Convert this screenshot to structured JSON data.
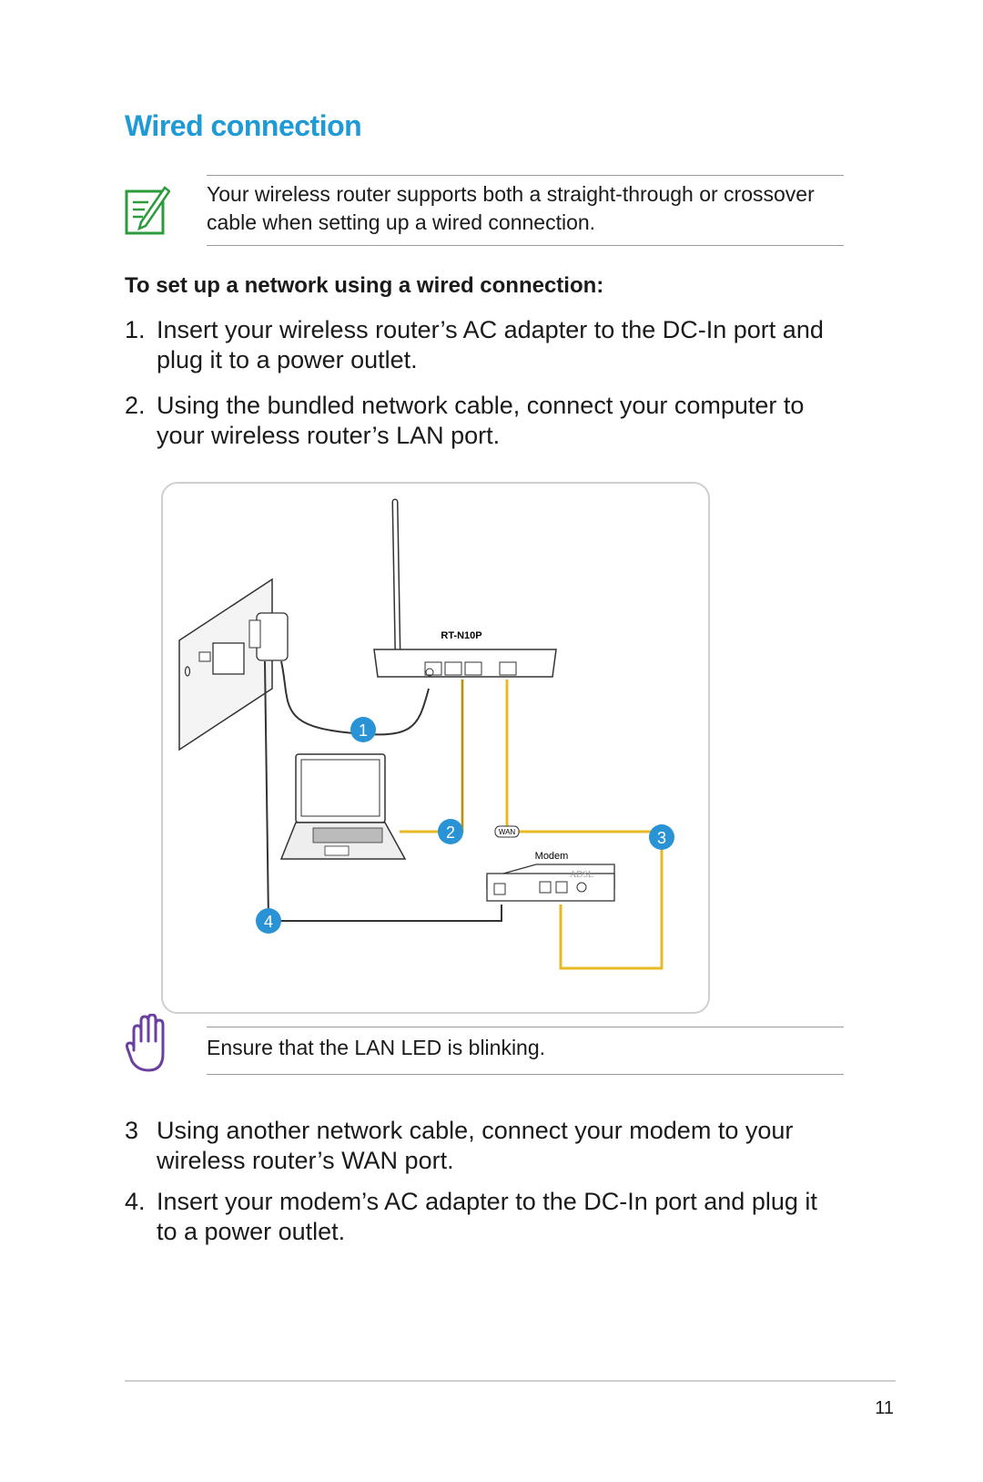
{
  "section_title": "Wired connection",
  "note": {
    "icon": "note-pencil-icon",
    "text": "Your wireless router supports both a straight-through or crossover cable when setting up a wired connection."
  },
  "subheading": "To set up a network using a wired connection:",
  "steps": [
    {
      "num": "1.",
      "text": "Insert your wireless router’s AC adapter to the DC-In port and plug it to a power outlet."
    },
    {
      "num": "2.",
      "text": "Using the bundled network cable, connect your computer to your wireless router’s LAN port."
    },
    {
      "num": "3",
      "text": "Using another network cable, connect your modem to your wireless router’s WAN port."
    },
    {
      "num": "4.",
      "text": "Insert your modem’s AC adapter to the DC-In port and plug it to a power outlet."
    }
  ],
  "diagram": {
    "router_label": "RT-N10P",
    "modem_label": "Modem",
    "modem_brand": "ADSL",
    "wan_tag": "WAN",
    "callouts": [
      "1",
      "2",
      "3",
      "4"
    ],
    "colors": {
      "cable_yellow": "#e8b923",
      "callout_blue": "#2a93d5",
      "line_gray": "#333333"
    }
  },
  "caution": {
    "icon": "caution-hand-icon",
    "text": "Ensure that the LAN LED is blinking."
  },
  "page_number": "11"
}
